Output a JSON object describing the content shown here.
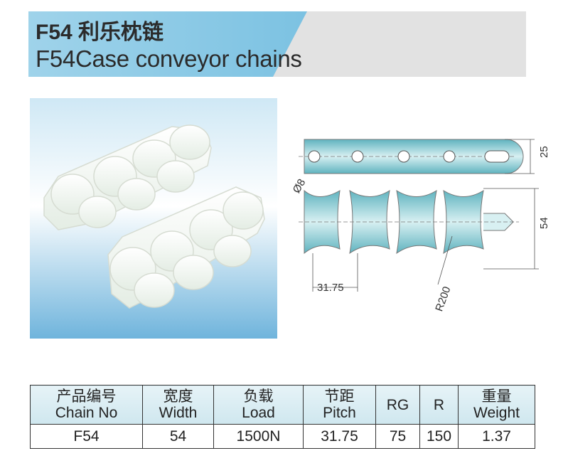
{
  "header": {
    "title_cn": "F54 利乐枕链",
    "title_en": "F54Case conveyor chains",
    "colors": {
      "band_blue": "#8fcbe6",
      "band_gray": "#e2e2e2"
    }
  },
  "photo": {
    "alt": "White plastic case conveyor chain segments"
  },
  "drawing": {
    "dim_hole": "Ø8",
    "dim_width_top": "25",
    "dim_height": "54",
    "dim_pitch": "31.75",
    "dim_radius": "R200",
    "colors": {
      "part_fill": "#8fcfd6",
      "part_dark": "#5fb3bf"
    }
  },
  "table": {
    "headers": [
      {
        "cn": "产品编号",
        "en": "Chain No"
      },
      {
        "cn": "宽度",
        "en": "Width"
      },
      {
        "cn": "负载",
        "en": "Load"
      },
      {
        "cn": "节距",
        "en": "Pitch"
      },
      {
        "cn": "",
        "en": "RG"
      },
      {
        "cn": "",
        "en": "R"
      },
      {
        "cn": "重量",
        "en": "Weight"
      }
    ],
    "rows": [
      [
        "F54",
        "54",
        "1500N",
        "31.75",
        "75",
        "150",
        "1.37"
      ]
    ]
  }
}
